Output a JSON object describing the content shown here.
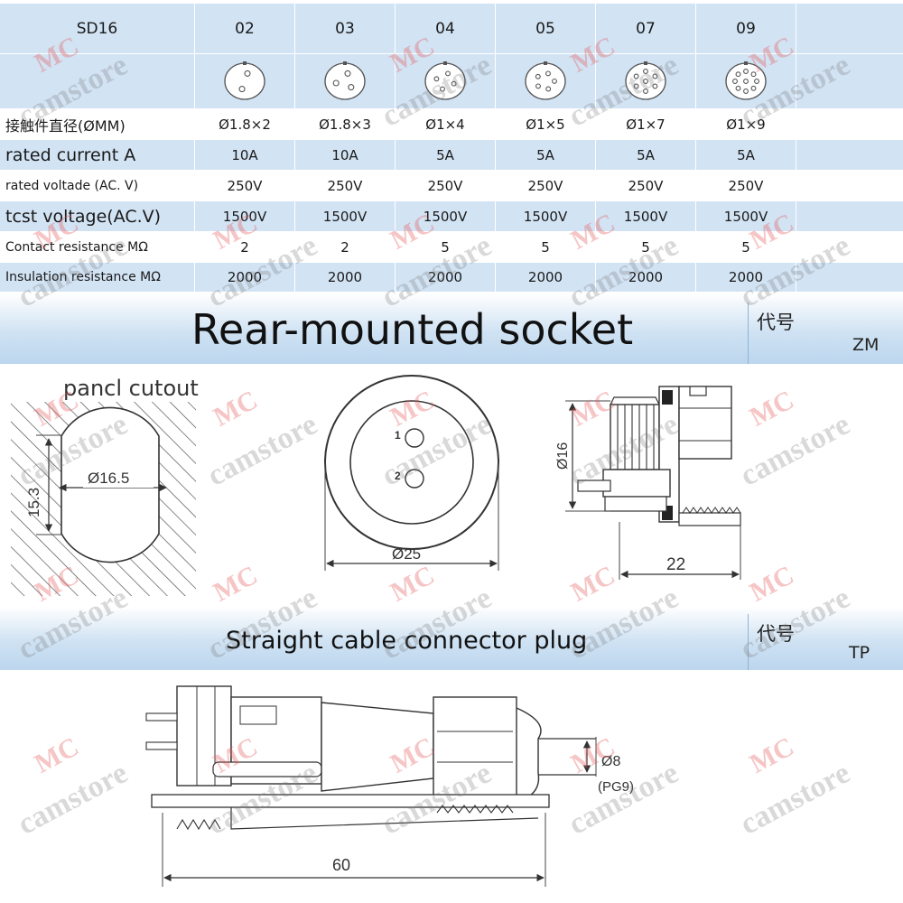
{
  "spec_table": {
    "model": "SD16",
    "columns": [
      "02",
      "03",
      "04",
      "05",
      "07",
      "09"
    ],
    "pin_counts": [
      2,
      3,
      4,
      5,
      7,
      9
    ],
    "rows": [
      {
        "label": "接触件直径(ØMM)",
        "values": [
          "Ø1.8×2",
          "Ø1.8×3",
          "Ø1×4",
          "Ø1×5",
          "Ø1×7",
          "Ø1×9"
        ]
      },
      {
        "label": "rated current A",
        "values": [
          "10A",
          "10A",
          "5A",
          "5A",
          "5A",
          "5A"
        ]
      },
      {
        "label": "rated voltade (AC. V)",
        "values": [
          "250V",
          "250V",
          "250V",
          "250V",
          "250V",
          "250V"
        ]
      },
      {
        "label": "tcst voltage(AC.V)",
        "values": [
          "1500V",
          "1500V",
          "1500V",
          "1500V",
          "1500V",
          "1500V"
        ]
      },
      {
        "label": "Contact resistance  MΩ",
        "values": [
          "2",
          "2",
          "5",
          "5",
          "5",
          "5"
        ]
      },
      {
        "label": "Insulation resistance MΩ",
        "values": [
          "2000",
          "2000",
          "2000",
          "2000",
          "2000",
          "2000"
        ]
      }
    ]
  },
  "rear_socket": {
    "title": "Rear-mounted socket",
    "code_label": "代号",
    "code": "ZM",
    "cutout_label": "pancl cutout",
    "dim_cutout": "Ø16.5",
    "dim_flat": "15.3",
    "dim_face": "Ø25",
    "pin_1": "1",
    "pin_2": "2",
    "dim_height": "Ø16",
    "dim_length": "22"
  },
  "cable_plug": {
    "title": "Straight cable connector plug",
    "code_label": "代号",
    "code": "TP",
    "dim_cable": "Ø8",
    "dim_gland": "(PG9)",
    "dim_length": "60"
  },
  "watermark": {
    "brand_short": "MC",
    "brand_name": "camstore"
  }
}
